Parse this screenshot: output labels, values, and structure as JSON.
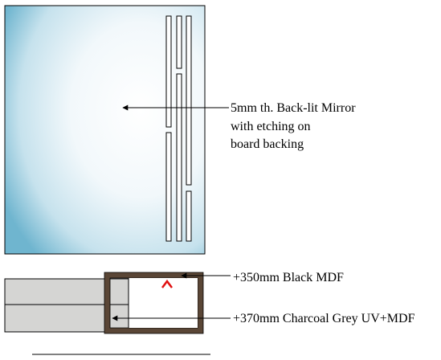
{
  "annotations": {
    "mirror_line1": "5mm th. Back-lit Mirror",
    "mirror_line2": "with etching on",
    "mirror_line3": "board backing",
    "black_mdf": "+350mm Black MDF",
    "charcoal_mdf": "+370mm Charcoal Grey UV+MDF"
  },
  "colors": {
    "mirror_edge": "#6fb5cf",
    "mirror_center": "#ffffff",
    "black_mdf": "#5a4636",
    "charcoal_mdf": "#d5d5d3",
    "marker": "#e01010",
    "line": "#000000"
  },
  "icons": {
    "marker": "caret-up-marker"
  }
}
